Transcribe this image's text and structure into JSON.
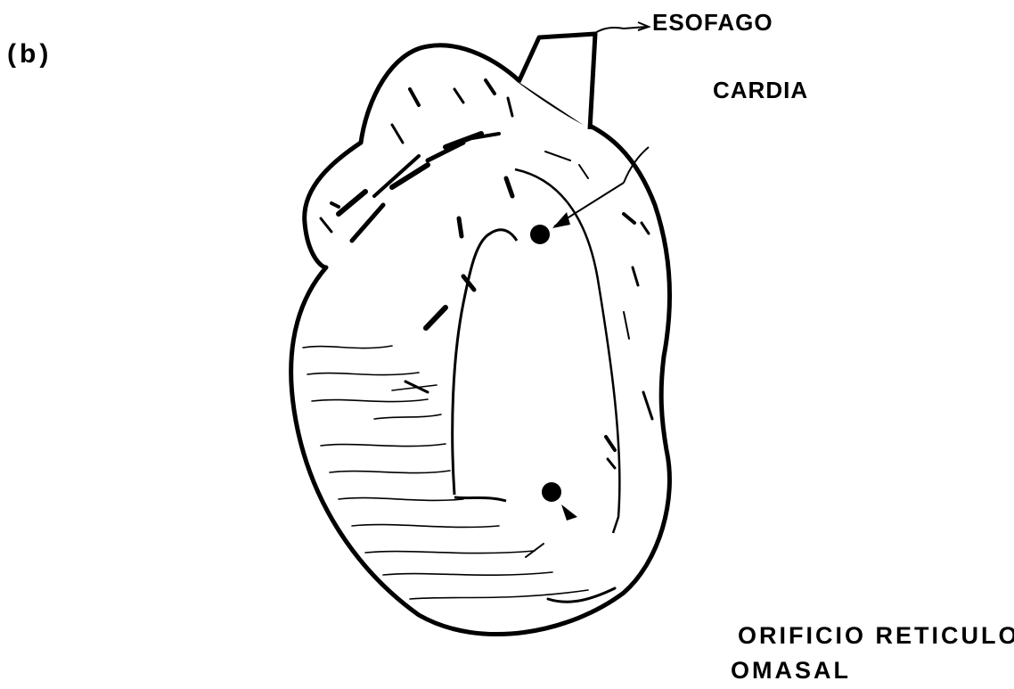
{
  "panel_label": "(b)",
  "labels": {
    "esofago": "ESOFAGO",
    "cardia": "CARDIA",
    "orificio_line1": "ORIFICIO RETICULO",
    "orificio_line2": "OMASAL"
  },
  "colors": {
    "ink": "#000000",
    "paper": "#ffffff"
  }
}
